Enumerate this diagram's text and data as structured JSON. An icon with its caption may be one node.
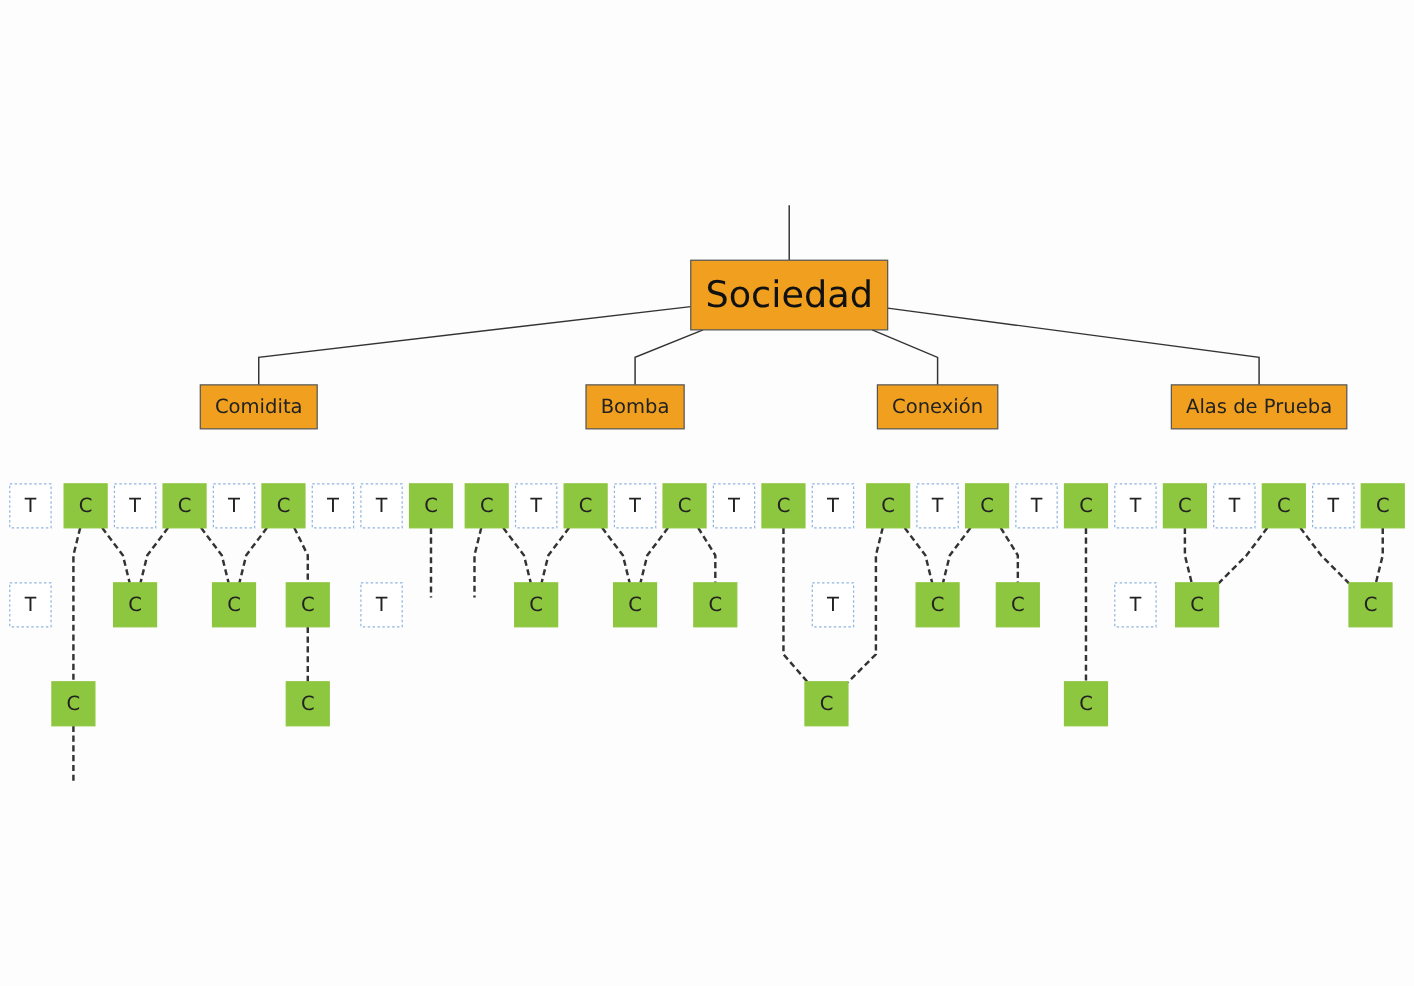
{
  "diagram": {
    "nodes": [
      {
        "text": [
          "Sociedad"
        ]
      },
      {
        "text": [
          "Comidita"
        ]
      },
      {
        "text": [
          "Bomba"
        ]
      },
      {
        "text": [
          "Conexión"
        ]
      },
      {
        "text": [
          "Alas de Prueba"
        ]
      },
      {
        "text": [
          "T"
        ]
      },
      {
        "text": [
          "C"
        ]
      },
      {
        "text": [
          "T"
        ]
      },
      {
        "text": [
          "C"
        ]
      },
      {
        "text": [
          "T"
        ]
      },
      {
        "text": [
          "C"
        ]
      },
      {
        "text": [
          "T"
        ]
      },
      {
        "text": [
          "T"
        ]
      },
      {
        "text": [
          "C"
        ]
      },
      {
        "text": [
          "C"
        ]
      },
      {
        "text": [
          "T"
        ]
      },
      {
        "text": [
          "C"
        ]
      },
      {
        "text": [
          "T"
        ]
      },
      {
        "text": [
          "C"
        ]
      },
      {
        "text": [
          "T"
        ]
      },
      {
        "text": [
          "C"
        ]
      },
      {
        "text": [
          "T"
        ]
      },
      {
        "text": [
          "C"
        ]
      },
      {
        "text": [
          "T"
        ]
      },
      {
        "text": [
          "C"
        ]
      },
      {
        "text": [
          "T"
        ]
      },
      {
        "text": [
          "C"
        ]
      },
      {
        "text": [
          "T"
        ]
      },
      {
        "text": [
          "C"
        ]
      },
      {
        "text": [
          "T"
        ]
      },
      {
        "text": [
          "C"
        ]
      },
      {
        "text": [
          "T"
        ]
      },
      {
        "text": [
          "C"
        ]
      },
      {
        "text": [
          "T"
        ]
      },
      {
        "text": [
          "C"
        ]
      },
      {
        "text": [
          "C"
        ]
      },
      {
        "text": [
          "C"
        ]
      },
      {
        "text": [
          "T"
        ]
      },
      {
        "text": [
          "C"
        ]
      },
      {
        "text": [
          "C"
        ]
      },
      {
        "text": [
          "C"
        ]
      },
      {
        "text": [
          "T"
        ]
      },
      {
        "text": [
          "C"
        ]
      },
      {
        "text": [
          "C"
        ]
      },
      {
        "text": [
          "T"
        ]
      },
      {
        "text": [
          "C"
        ]
      },
      {
        "text": [
          "C"
        ]
      },
      {
        "text": [
          "C"
        ]
      },
      {
        "text": [
          "C"
        ]
      },
      {
        "text": [
          "C"
        ]
      },
      {
        "text": [
          "C"
        ]
      }
    ],
    "edges": [
      {
        "from": null,
        "to": 0,
        "arrow": "none"
      },
      {
        "from": 0,
        "to": 1,
        "arrow": "none"
      },
      {
        "from": 0,
        "to": 2,
        "arrow": "none"
      },
      {
        "from": 0,
        "to": 3,
        "arrow": "none"
      },
      {
        "from": 0,
        "to": 4,
        "arrow": "none"
      },
      {
        "from": 6,
        "to": 47,
        "arrow": "none",
        "style": "dashed"
      },
      {
        "from": null,
        "to": 47,
        "arrow": "none",
        "style": "dashed"
      },
      {
        "from": 6,
        "to": 34,
        "arrow": "none",
        "style": "dashed"
      },
      {
        "from": 8,
        "to": 34,
        "arrow": "none",
        "style": "dashed"
      },
      {
        "from": 8,
        "to": 35,
        "arrow": "none",
        "style": "dashed"
      },
      {
        "from": 10,
        "to": 35,
        "arrow": "none",
        "style": "dashed"
      },
      {
        "from": 10,
        "to": 36,
        "arrow": "none",
        "style": "dashed"
      },
      {
        "from": 36,
        "to": 48,
        "arrow": "none",
        "style": "dashed"
      },
      {
        "from": 13,
        "to": null,
        "arrow": "none",
        "style": "dashed"
      },
      {
        "from": 14,
        "to": null,
        "arrow": "none",
        "style": "dashed"
      },
      {
        "from": 14,
        "to": 38,
        "arrow": "none",
        "style": "dashed"
      },
      {
        "from": 16,
        "to": 38,
        "arrow": "none",
        "style": "dashed"
      },
      {
        "from": 16,
        "to": 39,
        "arrow": "none",
        "style": "dashed"
      },
      {
        "from": 18,
        "to": 39,
        "arrow": "none",
        "style": "dashed"
      },
      {
        "from": 18,
        "to": 40,
        "arrow": "none",
        "style": "dashed"
      },
      {
        "from": 20,
        "to": 49,
        "arrow": "none",
        "style": "dashed"
      },
      {
        "from": 22,
        "to": 49,
        "arrow": "none",
        "style": "dashed"
      },
      {
        "from": 22,
        "to": 42,
        "arrow": "none",
        "style": "dashed"
      },
      {
        "from": 24,
        "to": 42,
        "arrow": "none",
        "style": "dashed"
      },
      {
        "from": 24,
        "to": 43,
        "arrow": "none",
        "style": "dashed"
      },
      {
        "from": 26,
        "to": 50,
        "arrow": "none",
        "style": "dashed"
      },
      {
        "from": 28,
        "to": 45,
        "arrow": "none",
        "style": "dashed"
      },
      {
        "from": 30,
        "to": 45,
        "arrow": "none",
        "style": "dashed"
      },
      {
        "from": 30,
        "to": 46,
        "arrow": "none",
        "style": "dashed"
      },
      {
        "from": 32,
        "to": 46,
        "arrow": "none",
        "style": "dashed"
      }
    ]
  }
}
